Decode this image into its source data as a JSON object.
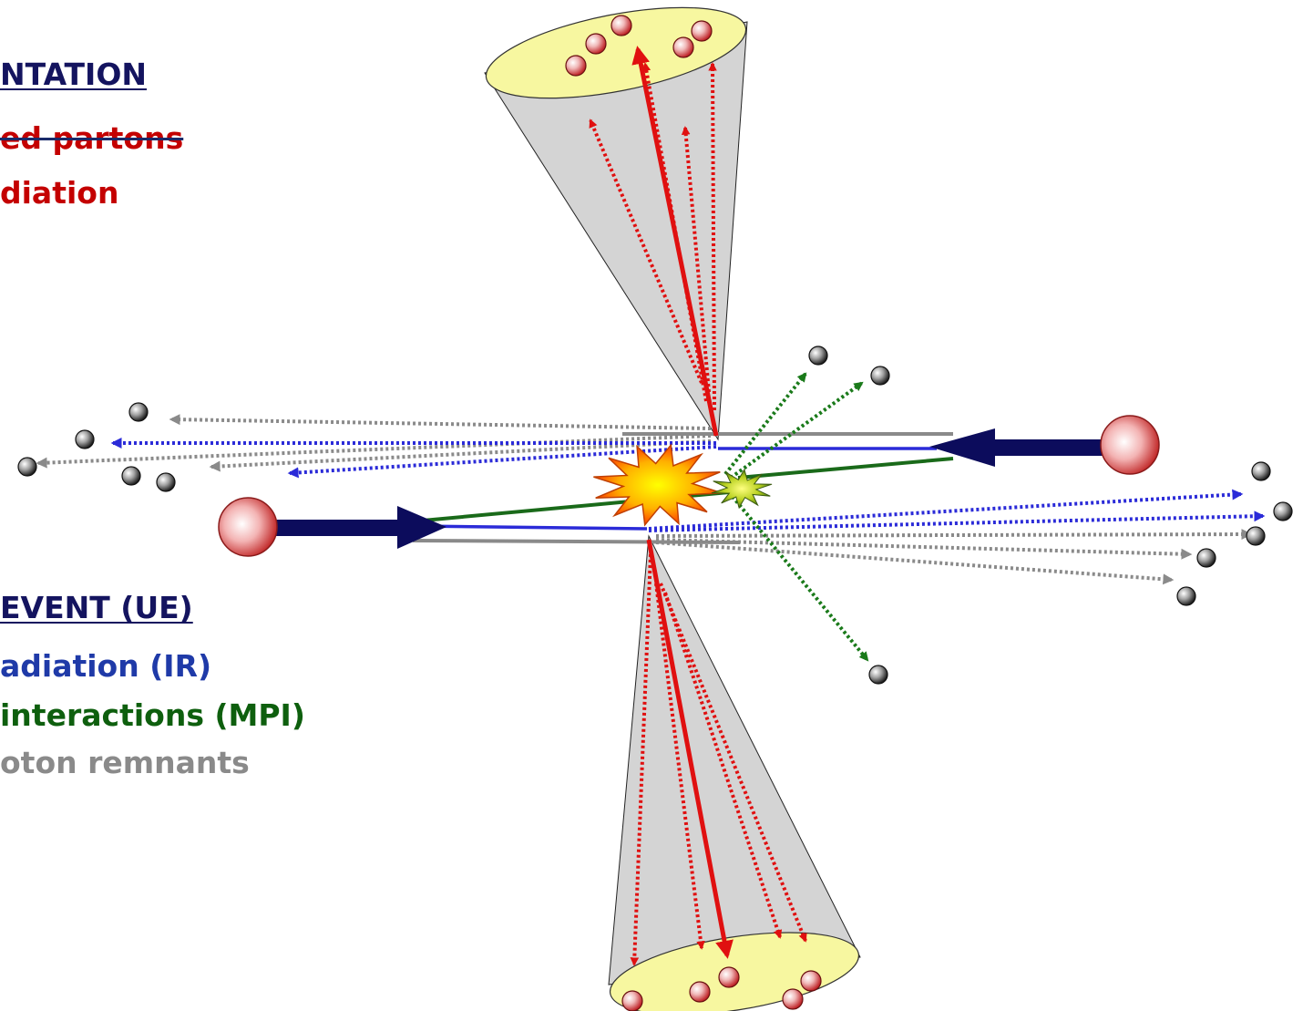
{
  "labels": {
    "fragmentation_heading": "NTATION",
    "fragmented_partons": "ed partons",
    "fsr": "diation",
    "ue_heading": "EVENT (UE)",
    "isr": "adiation (IR)",
    "mpi": "interactions (MPI)",
    "remnants": "oton remnants"
  },
  "colors": {
    "fragmentation": "#c40000",
    "initial_radiation": "#1f3aa8",
    "mpi": "#0e5f0e",
    "remnants": "#8a8a8a",
    "beam": "#0c0c5c",
    "cone": "#d4d4d4",
    "cone_cap": "#f7f7a0"
  }
}
